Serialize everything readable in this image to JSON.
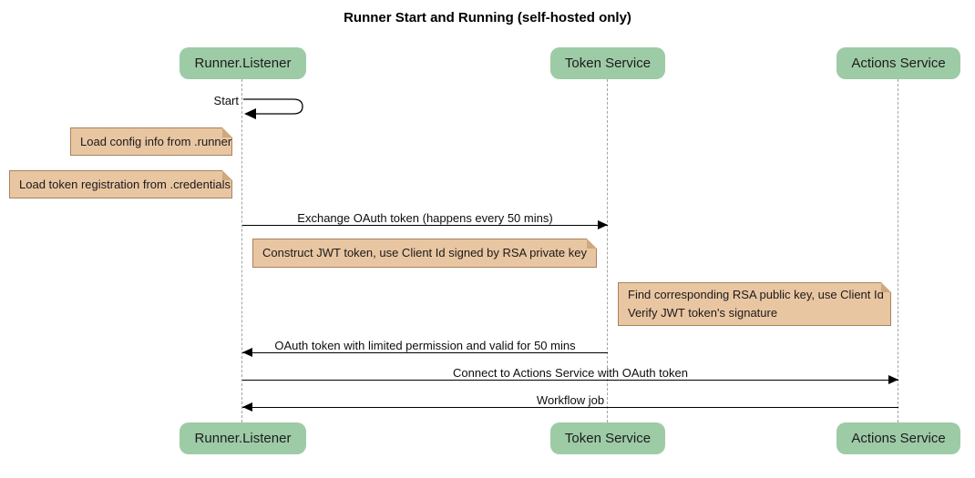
{
  "diagram": {
    "title": "Runner Start and Running (self-hosted only)",
    "type": "sequence"
  },
  "colors": {
    "actor_fill": "#9dcba6",
    "note_fill": "#e9c6a2",
    "note_border": "#a9825c",
    "lifeline": "#a3a3a3",
    "message_line": "#000000",
    "background": "#ffffff"
  },
  "actors": [
    {
      "label": "Runner.Listener"
    },
    {
      "label": "Token Service"
    },
    {
      "label": "Actions Service"
    }
  ],
  "messages": [
    {
      "label": "Start",
      "from": "Runner.Listener",
      "to": "Runner.Listener",
      "kind": "self"
    },
    {
      "label": "Exchange OAuth token (happens every 50 mins)",
      "from": "Runner.Listener",
      "to": "Token Service",
      "kind": "arrow-right"
    },
    {
      "label": "OAuth token with limited permission and valid for 50 mins",
      "from": "Token Service",
      "to": "Runner.Listener",
      "kind": "arrow-left"
    },
    {
      "label": "Connect to Actions Service with OAuth token",
      "from": "Runner.Listener",
      "to": "Actions Service",
      "kind": "arrow-right"
    },
    {
      "label": "Workflow job",
      "from": "Actions Service",
      "to": "Runner.Listener",
      "kind": "arrow-left"
    }
  ],
  "notes": [
    {
      "lines": [
        "Load config info from .runner"
      ],
      "position": "left of Runner.Listener"
    },
    {
      "lines": [
        "Load token registration from .credentials"
      ],
      "position": "left of Runner.Listener"
    },
    {
      "lines": [
        "Construct JWT token, use Client Id signed by RSA private key"
      ],
      "position": "between Runner.Listener and Token Service"
    },
    {
      "lines": [
        "Find corresponding RSA public key, use Client Id",
        "Verify JWT token's signature"
      ],
      "position": "between Token Service and Actions Service"
    }
  ]
}
